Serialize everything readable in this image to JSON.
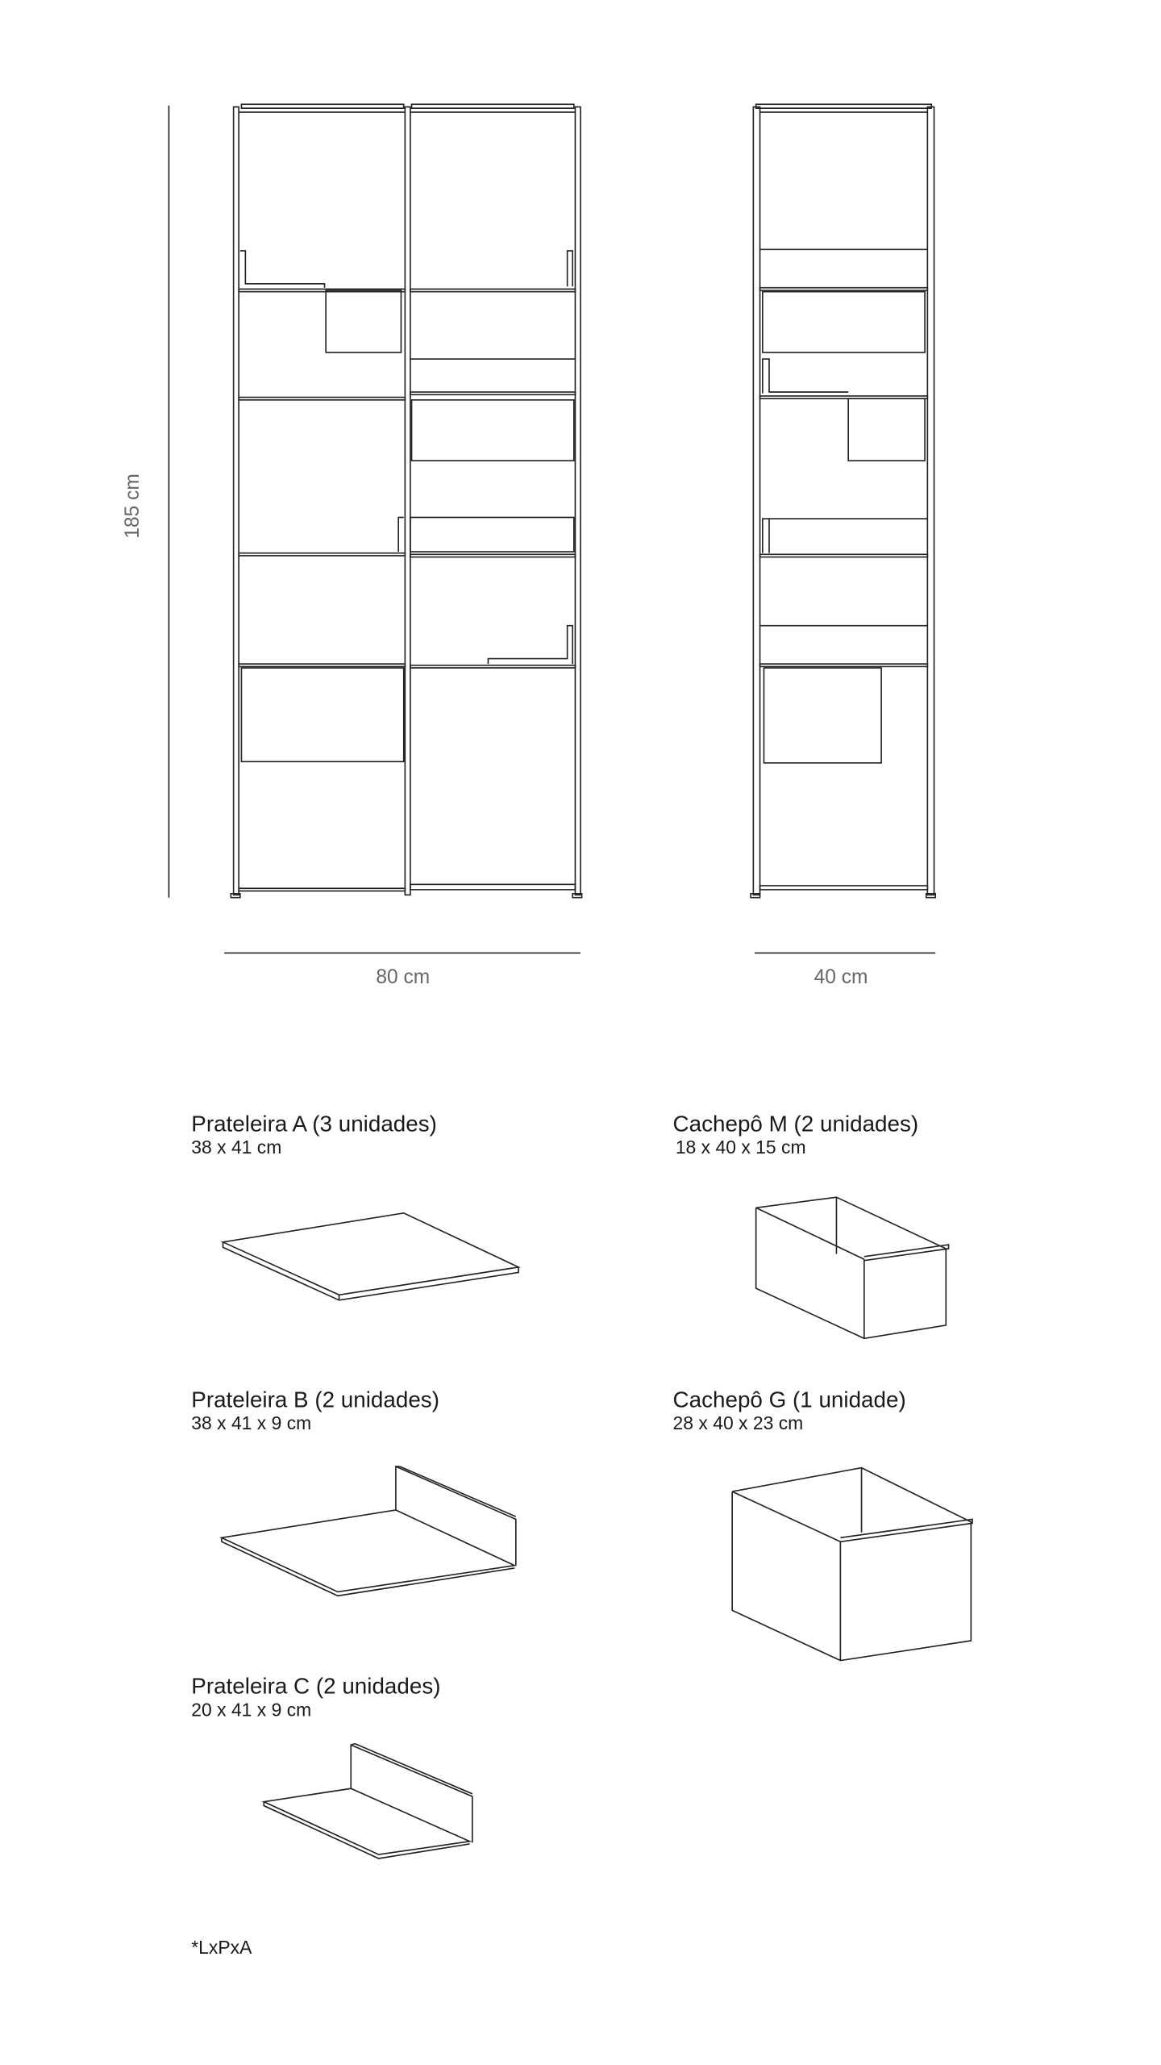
{
  "dimensions": {
    "height": "185 cm",
    "width_front": "80 cm",
    "depth_side": "40 cm"
  },
  "parts": [
    {
      "title": "Prateleira A (3 unidades)",
      "size": "38 x 41 cm"
    },
    {
      "title": "Cachepô M (2 unidades)",
      "size": "18 x 40 x 15 cm"
    },
    {
      "title": "Prateleira B (2 unidades)",
      "size": "38 x 41 x 9 cm"
    },
    {
      "title": "Cachepô G (1 unidade)",
      "size": "28 x 40 x 23 cm"
    },
    {
      "title": "Prateleira C (2 unidades)",
      "size": "20 x 41 x 9 cm"
    }
  ],
  "footnote": "*LxPxA"
}
